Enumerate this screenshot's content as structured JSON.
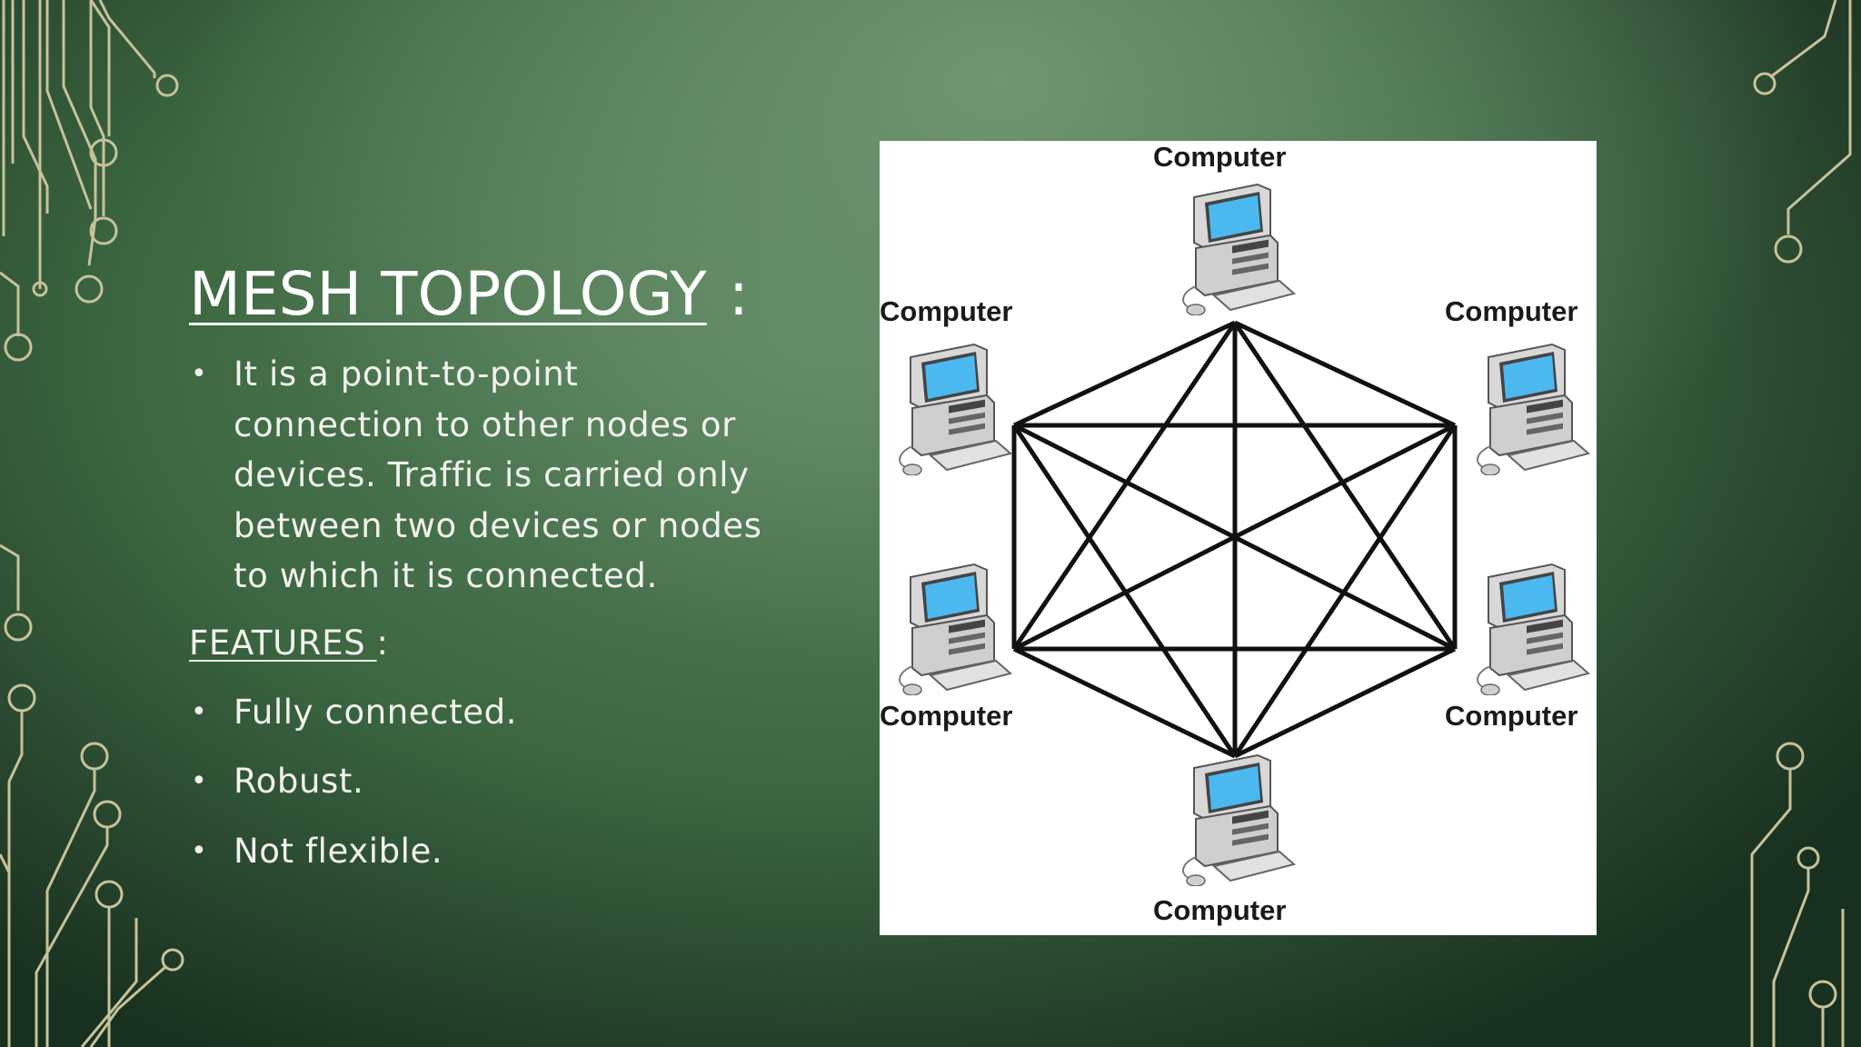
{
  "slide": {
    "title": "MESH TOPOLOGY",
    "title_suffix": ":",
    "intro_bullet": "It is a point-to-point connection to other nodes or devices. Traffic is carried only between two devices or nodes to which it is connected.",
    "features_heading": "FEATURES ",
    "features_suffix": ":",
    "features": [
      "Fully connected.",
      "Robust.",
      "Not flexible."
    ],
    "bullet_glyph": "•"
  },
  "diagram": {
    "node_labels": [
      "Computer",
      "Computer",
      "Computer",
      "Computer",
      "Computer",
      "Computer"
    ],
    "node_icon": "desktop-computer-icon",
    "screen_color": "#4cb8f0",
    "link_color": "#111111"
  },
  "colors": {
    "background_dark": "#1f3a26",
    "background_light": "#6e9470",
    "circuit_accent": "#c7c29a",
    "text": "#ffffff"
  }
}
